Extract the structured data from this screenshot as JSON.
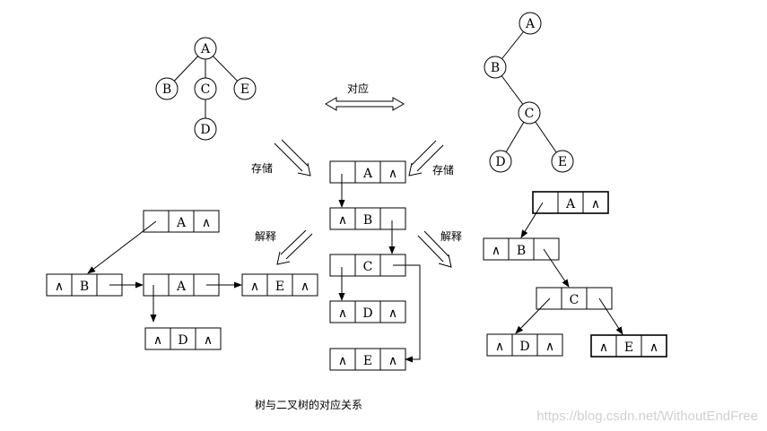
{
  "labels": {
    "correspond": "对应",
    "store_left": "存储",
    "store_right": "存储",
    "interpret_left": "解释",
    "interpret_right": "解释",
    "caption": "树与二叉树的对应关系",
    "watermark": "https://blog.csdn.net/WithoutEndFree",
    "wedge": "∧"
  },
  "tree": {
    "root": "A",
    "children": [
      "B",
      "C",
      "E"
    ],
    "grandchild": "D"
  },
  "binary_tree": {
    "nodes": [
      "A",
      "B",
      "C",
      "D",
      "E"
    ]
  },
  "storage": {
    "rows": [
      "A",
      "B",
      "C",
      "D",
      "E"
    ]
  },
  "tree_interpretation": {
    "top": "A",
    "row": [
      "B",
      "A",
      "E"
    ],
    "bottom": "D"
  },
  "binary_interpretation": {
    "top": "A",
    "left": "B",
    "middle": "C",
    "bottom_left": "D",
    "bottom_right": "E"
  },
  "colors": {
    "ink": "#000000",
    "watermark": "#d0d0d0"
  }
}
